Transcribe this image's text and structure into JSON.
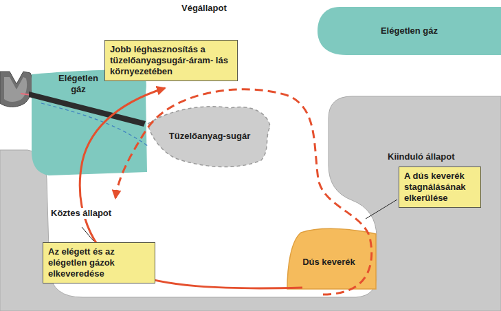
{
  "diagram": {
    "nodes": [
      {
        "text": [
          "Elégetlen gáz"
        ]
      },
      {
        "text": [
          "Jobb léghasznosítás a tüzelőanyagsugár-áram- lás környezetében"
        ]
      },
      {
        "text": [
          "Elégetlen gáz"
        ]
      },
      {
        "text": [
          "Tüzelőanyag-sugár"
        ]
      },
      {
        "text": [
          "A dús keverék stagnálásának elkerülése"
        ]
      },
      {
        "text": [
          "Dús keverék"
        ]
      },
      {
        "text": [
          "Az elégett és az elégetlen gázok elkeveredése"
        ]
      }
    ],
    "labels": [
      "Végállapot",
      "Kiinduló állapot",
      "Köztes állapot"
    ]
  }
}
